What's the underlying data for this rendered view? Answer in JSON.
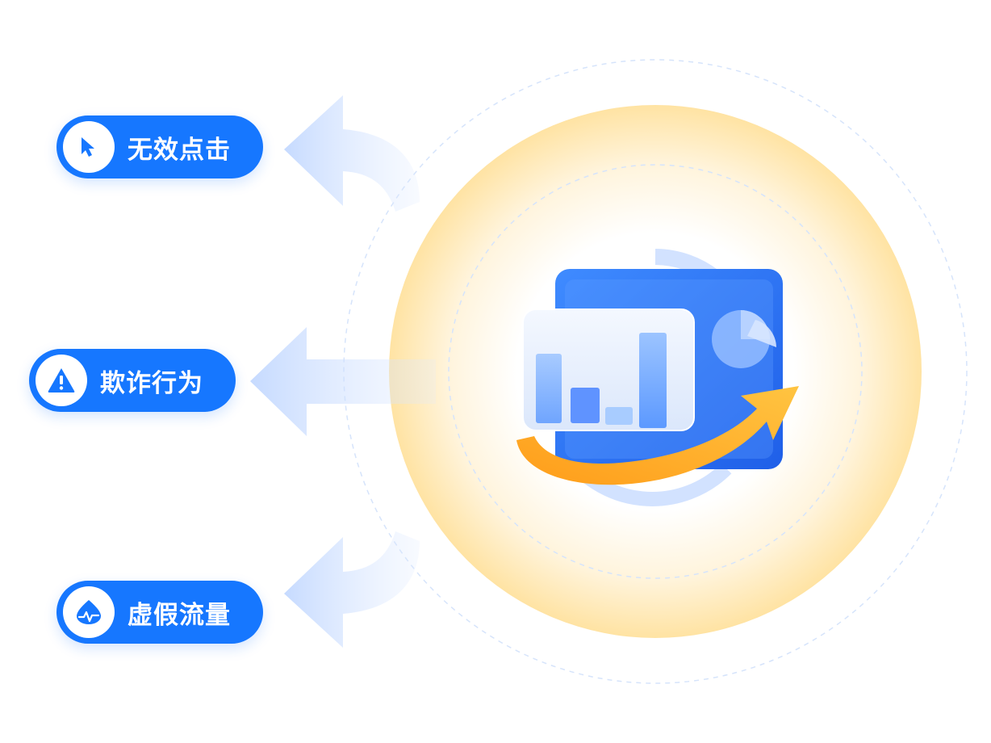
{
  "items": [
    {
      "label": "无效点击",
      "icon": "cursor-icon"
    },
    {
      "label": "欺诈行为",
      "icon": "warning-icon"
    },
    {
      "label": "虚假流量",
      "icon": "traffic-icon"
    }
  ],
  "colors": {
    "primary": "#1677ff",
    "arrow_light": "#c9dcff",
    "glow": "#ffe6a8",
    "ring": "#cfe0ff",
    "growth_arrow": "#ffb020",
    "card_back": "#2f7bff",
    "card_front": "#e6eefb",
    "bar": "#7fb2ff"
  }
}
